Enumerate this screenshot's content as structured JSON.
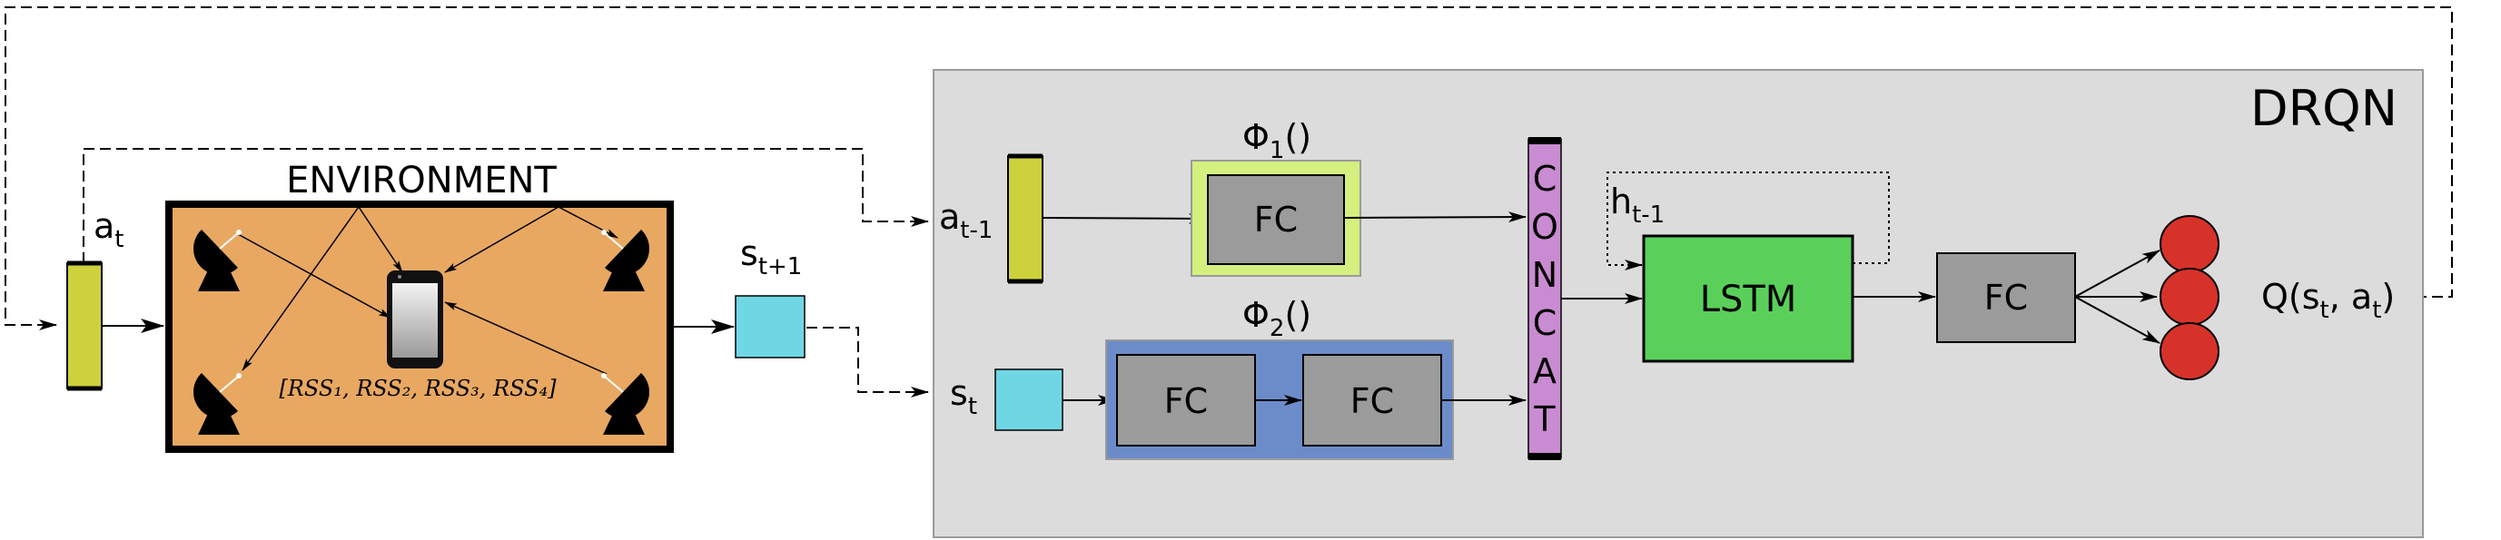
{
  "environment": {
    "title": "ENVIRONMENT",
    "rss_label": "[RSS₁, RSS₂, RSS₃, RSS₄]"
  },
  "signals": {
    "a_t": "a",
    "a_t_sub": "t",
    "s_t1": "s",
    "s_t1_sub": "t+1",
    "a_t_minus_1": "a",
    "a_t_minus_1_sub": "t-1",
    "s_t": "s",
    "s_t_sub": "t",
    "h_t_minus_1": "h",
    "h_t_minus_1_sub": "t-1",
    "q_output": "Q(s",
    "q_output_sub1": "t",
    "q_output_mid": ", a",
    "q_output_sub2": "t",
    "q_output_end": ")"
  },
  "network": {
    "title": "DRQN",
    "phi1_label": "Φ",
    "phi1_sub": "1",
    "phi1_paren": "()",
    "phi2_label": "Φ",
    "phi2_sub": "2",
    "phi2_paren": "()",
    "phi1_fc": "FC",
    "phi2_fc1": "FC",
    "phi2_fc2": "FC",
    "concat_letters": [
      "C",
      "O",
      "N",
      "C",
      "A",
      "T"
    ],
    "lstm": "LSTM",
    "fc_out": "FC"
  },
  "colors": {
    "environment_fill": "#E8A862",
    "drqn_panel": "#DCDCDC",
    "action_bar": "#CDD13C",
    "state_box": "#6FD7E3",
    "phi1_bg": "#D4F07E",
    "phi2_bg": "#6C8CC9",
    "fc_box": "#9B9B9B",
    "concat": "#C98BD1",
    "lstm": "#5AD05A",
    "q_nodes": "#D7322A"
  }
}
